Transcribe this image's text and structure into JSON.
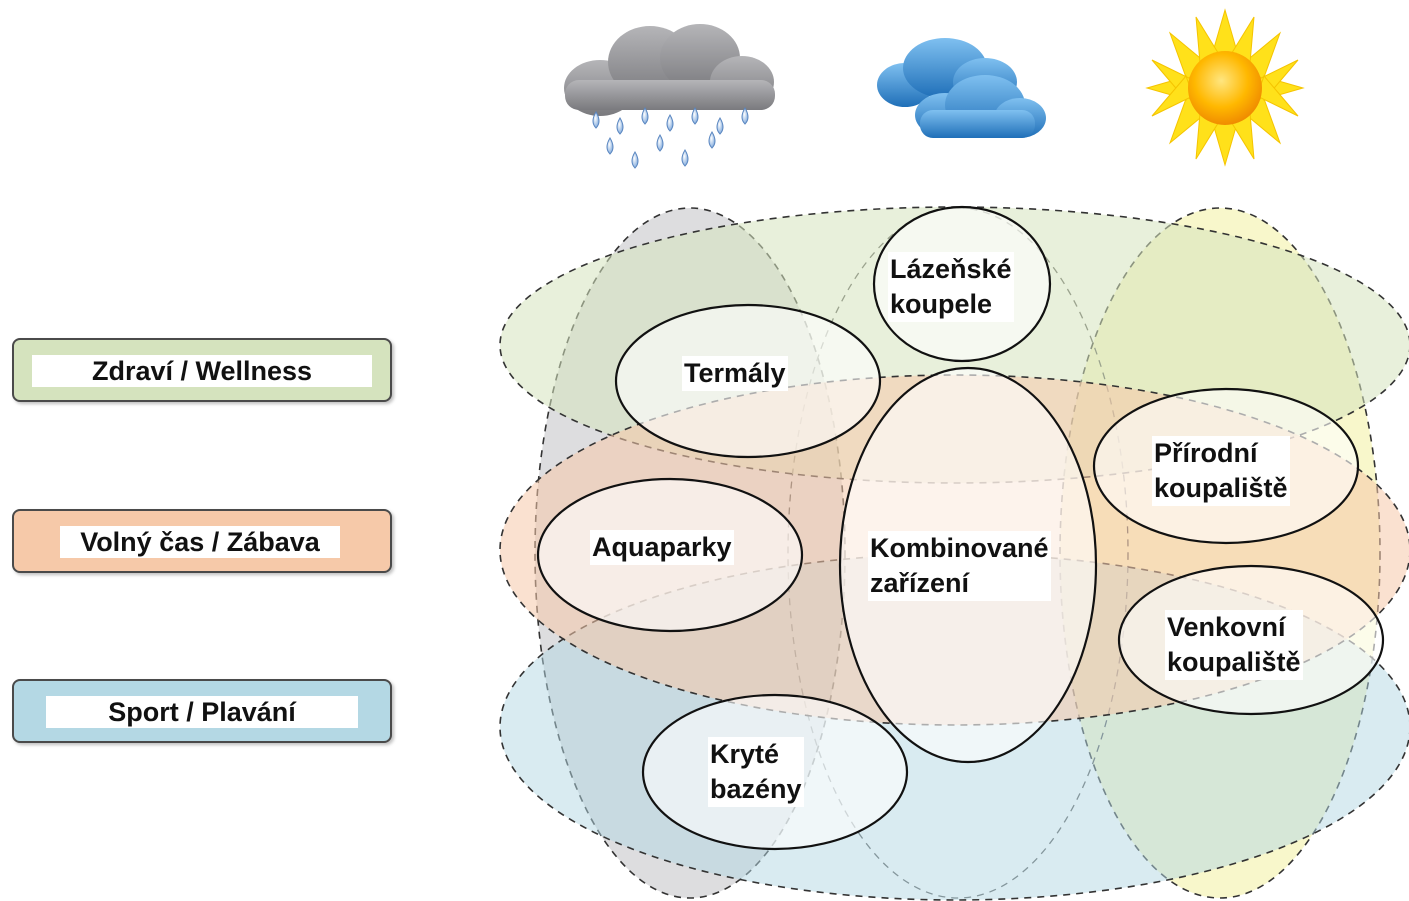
{
  "legend": {
    "health": "Zdraví / Wellness",
    "leisure": "Volný čas / Zábava",
    "sport": "Sport / Plavání"
  },
  "weather_icons": [
    "rain-cloud-icon",
    "cloud-icon",
    "sun-icon"
  ],
  "zone_colors": {
    "health": "#d5e3be",
    "leisure": "#f6c9a9",
    "sport": "#b4d8e4",
    "rain": "#c7c7c9",
    "sun": "#f3f0a0"
  },
  "nodes": {
    "spa": "Lázeňské\nkoupele",
    "thermal": "Termály",
    "natural": "Přírodní\nkoupaliště",
    "aquapark": "Aquaparky",
    "combined": "Kombinované\nzařízení",
    "outdoor": "Venkovní\nkoupaliště",
    "indoor": "Kryté\nbazény"
  }
}
